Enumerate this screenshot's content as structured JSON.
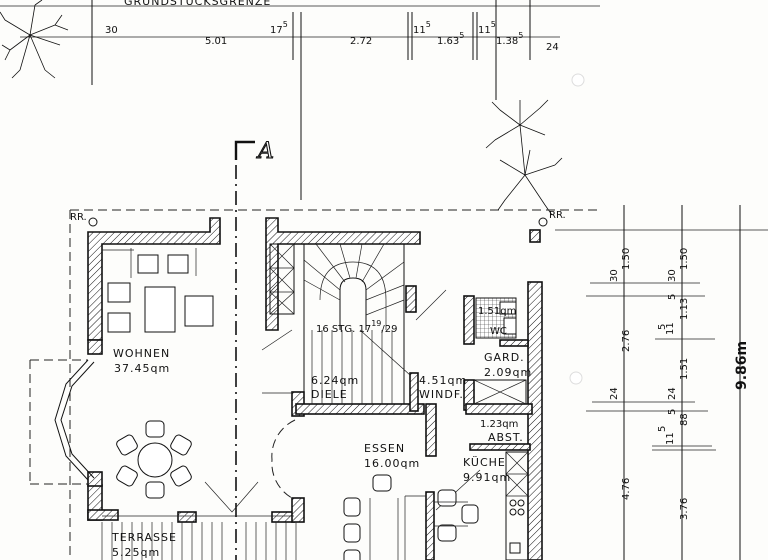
{
  "plan": {
    "property_line_label": "GRUNDSTÜCKSGRENZE",
    "section_marker": "A",
    "rr_label": "RR.",
    "top_dimensions": [
      {
        "id": "d30",
        "text": "30"
      },
      {
        "id": "d501",
        "text": "5.01"
      },
      {
        "id": "d175",
        "text": "17",
        "sup": "5"
      },
      {
        "id": "d272",
        "text": "2.72"
      },
      {
        "id": "d115a",
        "text": "11",
        "sup": "5"
      },
      {
        "id": "d1635",
        "text": "1.63",
        "sup": "5"
      },
      {
        "id": "d115b",
        "text": "11",
        "sup": "5"
      },
      {
        "id": "d1385",
        "text": "1.38",
        "sup": "5"
      },
      {
        "id": "d24",
        "text": "24"
      }
    ],
    "rooms": [
      {
        "name": "WOHNEN",
        "area": "37.45qm"
      },
      {
        "name": "DIELE",
        "area": "6.24qm"
      },
      {
        "name": "WINDF.",
        "area": "4.51qm"
      },
      {
        "name": "WC",
        "area": "1.51qm"
      },
      {
        "name": "GARD.",
        "area": "2.09qm"
      },
      {
        "name": "ABST.",
        "area": "1.23qm"
      },
      {
        "name": "ESSEN",
        "area": "16.00qm"
      },
      {
        "name": "KÜCHE",
        "area": "9.91qm"
      },
      {
        "name": "TERRASSE",
        "area": "5.25qm"
      }
    ],
    "stair_label": "16 STG. 17",
    "stair_sup": "19",
    "stair_tail": "/29",
    "right_dimensions_col1": [
      "1.50",
      "30",
      "2.76",
      "24",
      "4.76"
    ],
    "right_dimensions_col2": [
      "1.50",
      "30",
      "1.13",
      "5",
      "11",
      "5",
      "1.51",
      "24",
      "88",
      "5",
      "11",
      "5",
      "3.76"
    ],
    "total_depth": "9.86m"
  }
}
